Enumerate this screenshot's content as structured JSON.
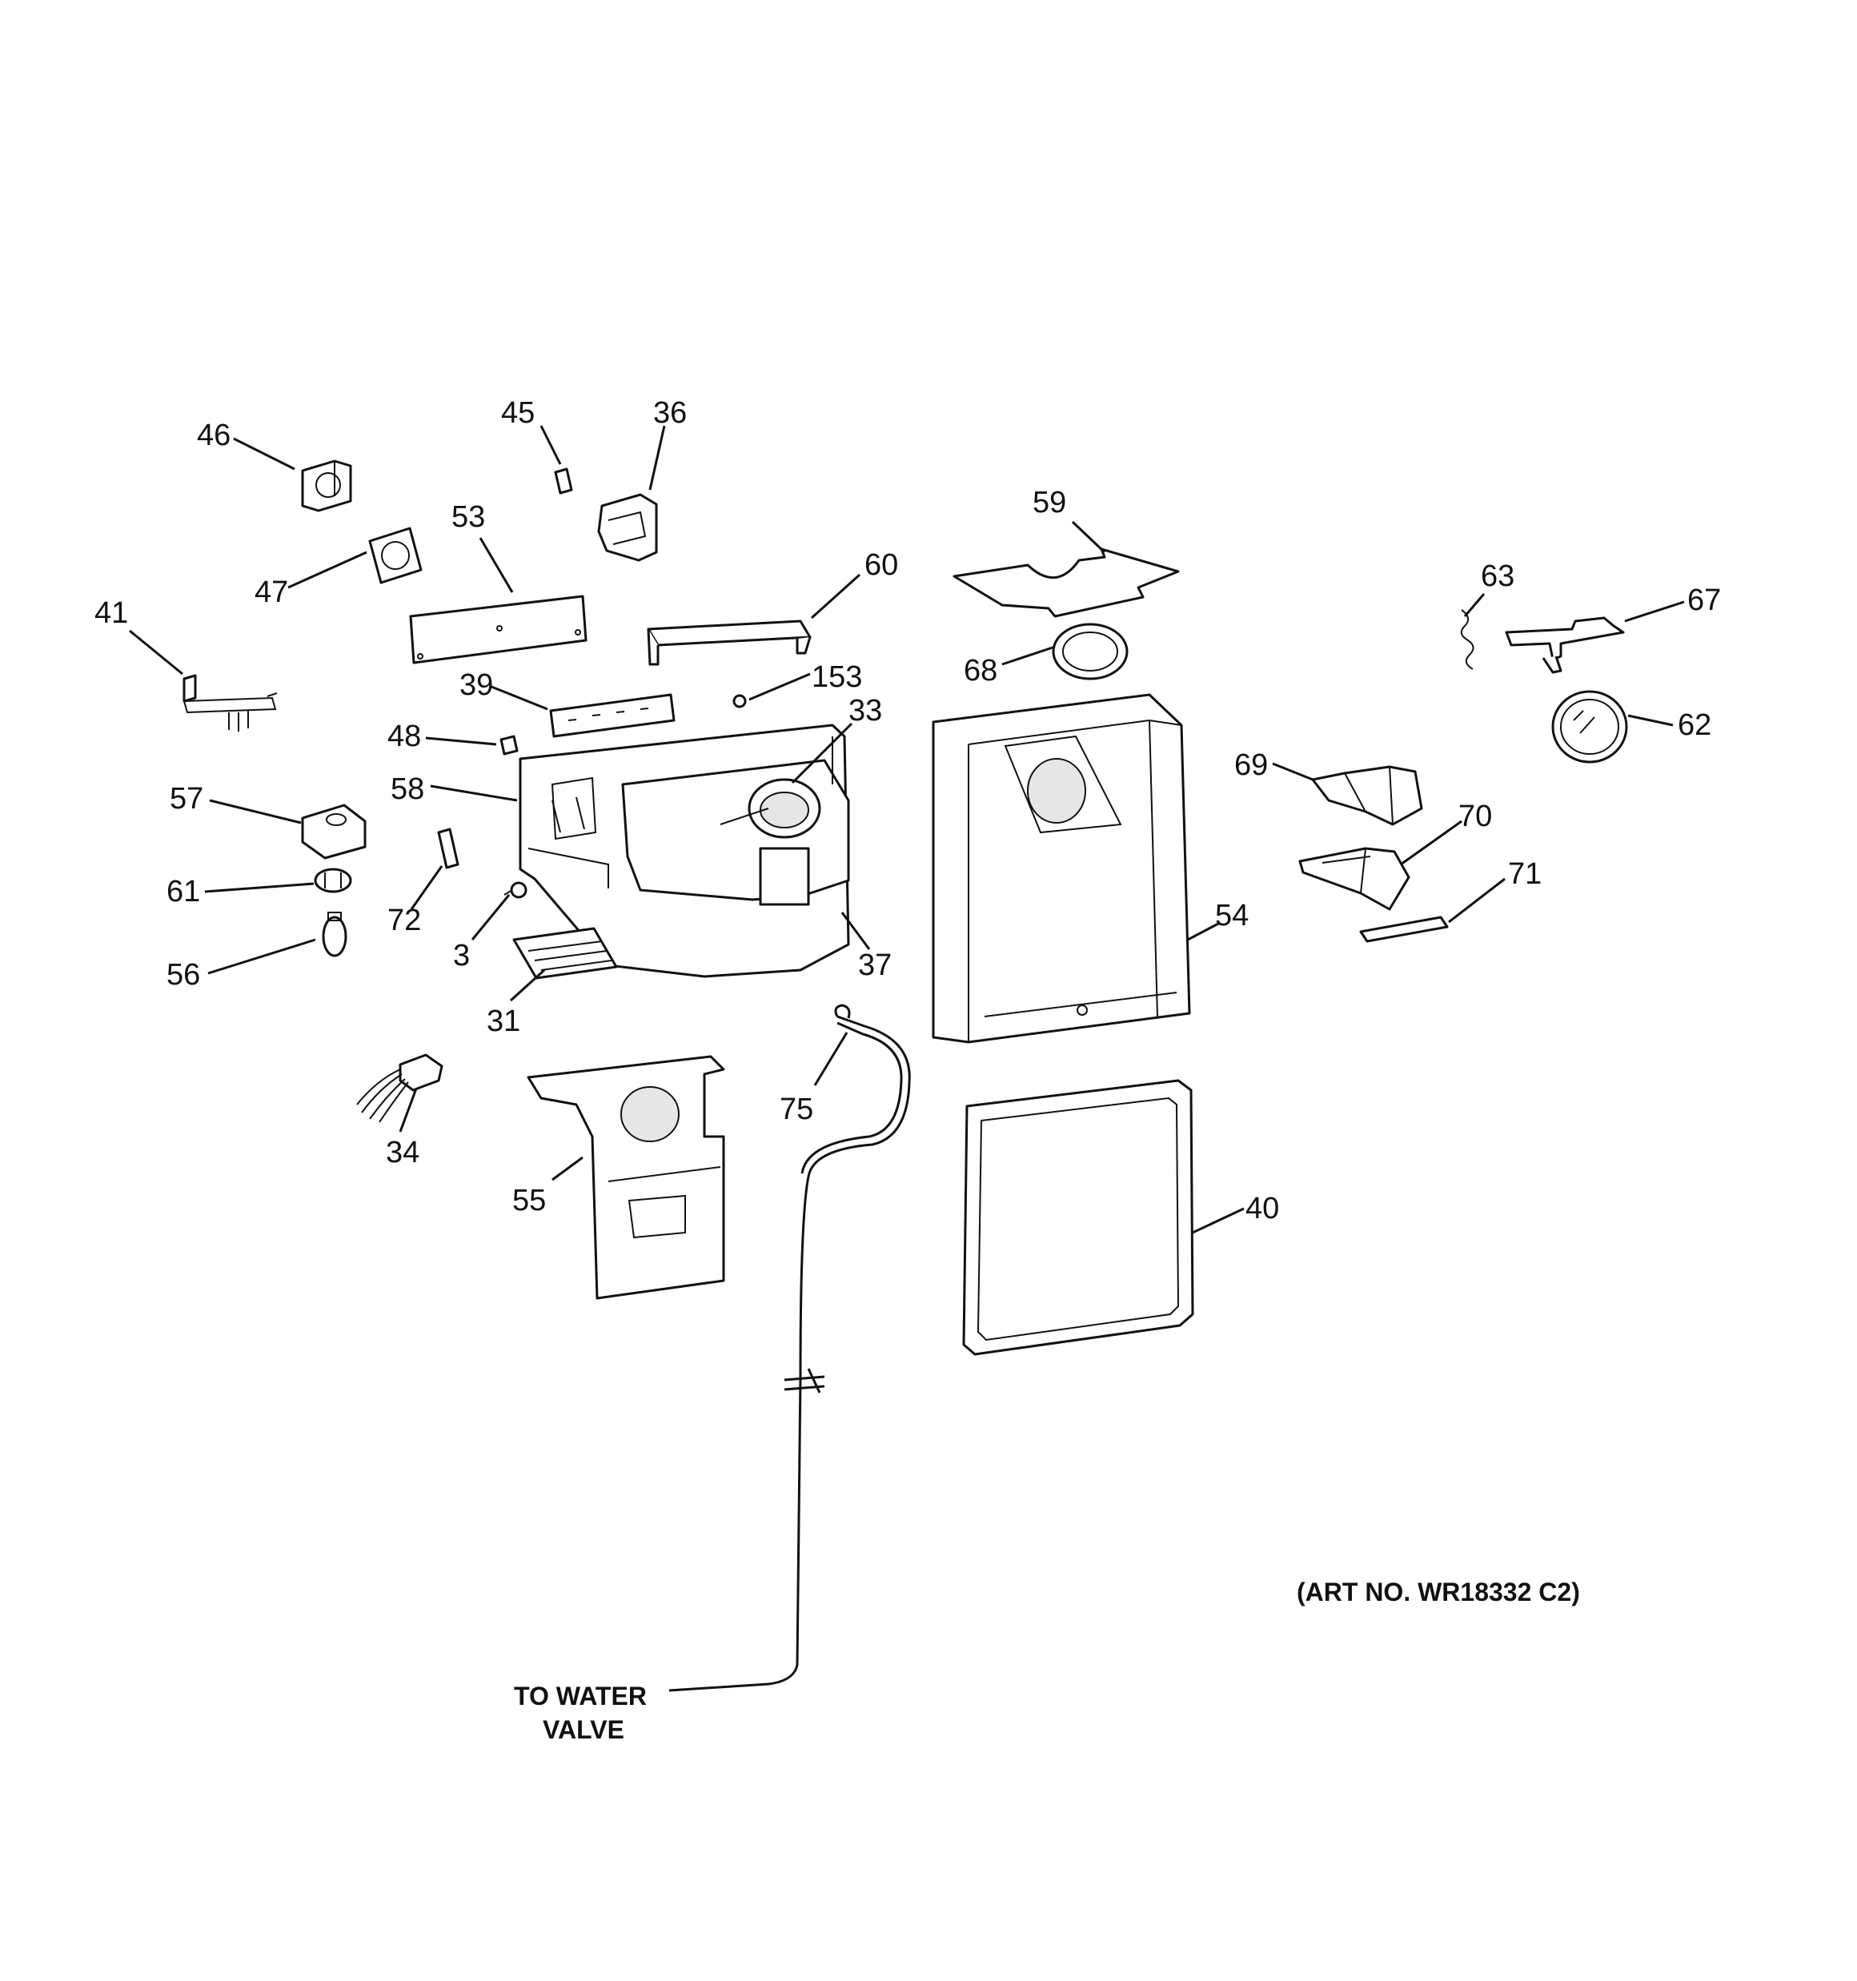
{
  "callouts": {
    "c3": "3",
    "c31": "31",
    "c33": "33",
    "c34": "34",
    "c36": "36",
    "c37": "37",
    "c39": "39",
    "c40": "40",
    "c41": "41",
    "c45": "45",
    "c46": "46",
    "c47": "47",
    "c48": "48",
    "c53": "53",
    "c54": "54",
    "c55": "55",
    "c56": "56",
    "c57": "57",
    "c58": "58",
    "c59": "59",
    "c60": "60",
    "c61": "61",
    "c62": "62",
    "c63": "63",
    "c67": "67",
    "c68": "68",
    "c69": "69",
    "c70": "70",
    "c71": "71",
    "c72": "72",
    "c75": "75",
    "c153": "153"
  },
  "notes": {
    "art_no": "(ART NO. WR18332 C2)",
    "water_valve_line1": "TO WATER",
    "water_valve_line2": "VALVE"
  }
}
